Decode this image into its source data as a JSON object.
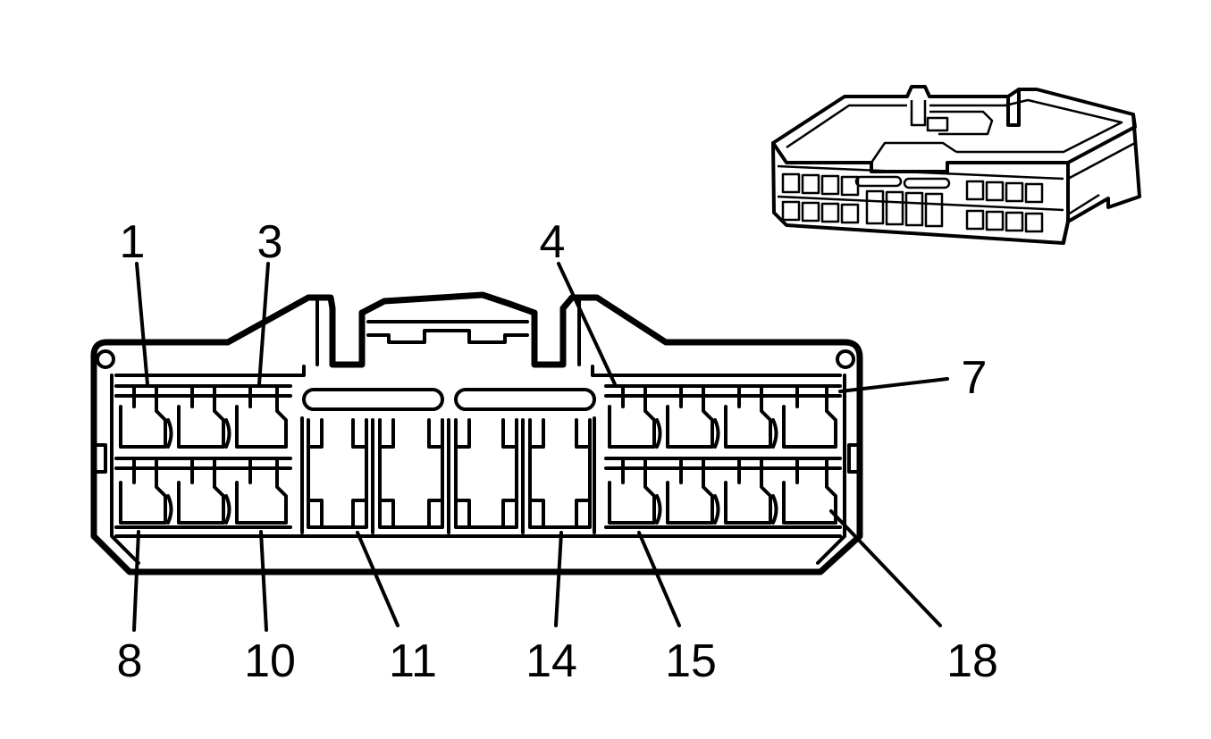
{
  "diagram": {
    "pin_labels": [
      {
        "id": "p1",
        "text": "1"
      },
      {
        "id": "p3",
        "text": "3"
      },
      {
        "id": "p4",
        "text": "4"
      },
      {
        "id": "p7",
        "text": "7"
      },
      {
        "id": "p8",
        "text": "8"
      },
      {
        "id": "p10",
        "text": "10"
      },
      {
        "id": "p11",
        "text": "11"
      },
      {
        "id": "p14",
        "text": "14"
      },
      {
        "id": "p15",
        "text": "15"
      },
      {
        "id": "p18",
        "text": "18"
      }
    ],
    "line_color": "#000000",
    "background_color": "#ffffff"
  }
}
